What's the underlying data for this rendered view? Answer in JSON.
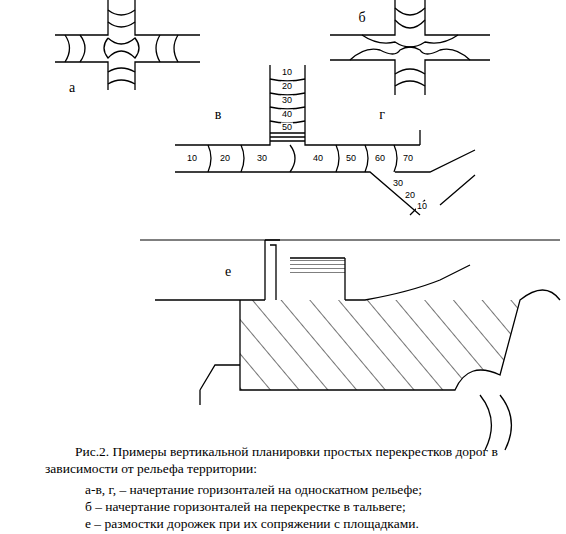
{
  "diagram": {
    "caption": "Рис.2. Примеры вертикальной планировки простых перекрестков дорог в зависимости от рельефа территории:",
    "labels": [
      "а",
      "б",
      "в",
      "г",
      "10",
      "20",
      "30",
      "40",
      "50",
      "10",
      "20",
      "30",
      "40",
      "50",
      "60",
      "70",
      "30",
      "20",
      "10",
      "е",
      "а-в, г, – начертание горизонталей на односкатном рельефе;",
      "б – начертание горизонталей на перекрестке в тальвеге;",
      "е – размостки дорожек при их сопряжении с площадками."
    ]
  }
}
